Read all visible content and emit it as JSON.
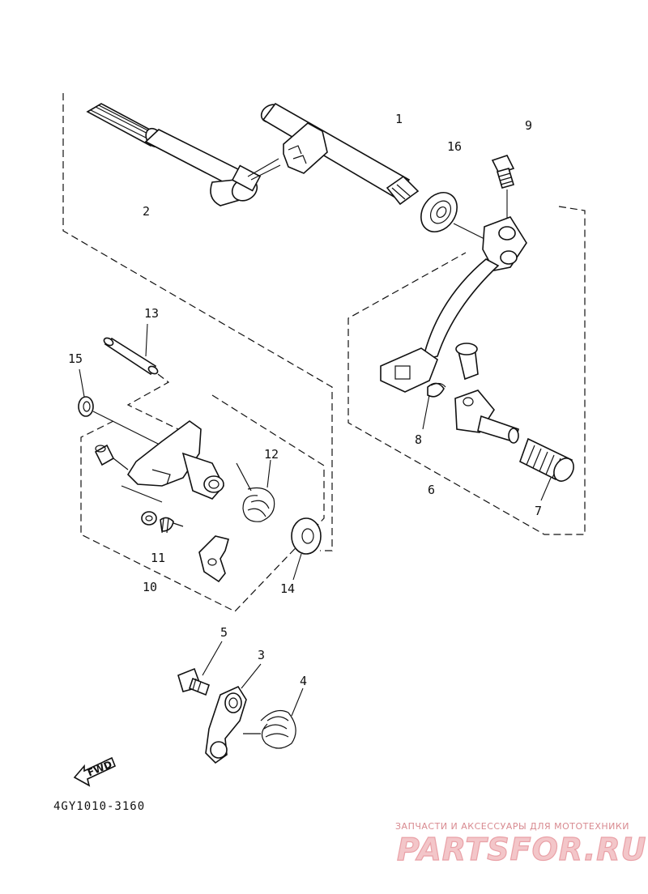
{
  "callouts": {
    "c1": "1",
    "c2": "2",
    "c3": "3",
    "c4": "4",
    "c5": "5",
    "c6": "6",
    "c7": "7",
    "c8": "8",
    "c9": "9",
    "c10": "10",
    "c11": "11",
    "c12": "12",
    "c13": "13",
    "c14": "14",
    "c15": "15",
    "c16": "16"
  },
  "fwd_label": "FWD",
  "diagram_code": "4GY1010-3160",
  "watermark": {
    "tagline": "ЗАПЧАСТИ И АКСЕССУАРЫ ДЛЯ МОТОТЕХНИКИ",
    "brand": "PARTSFOR.RU"
  }
}
